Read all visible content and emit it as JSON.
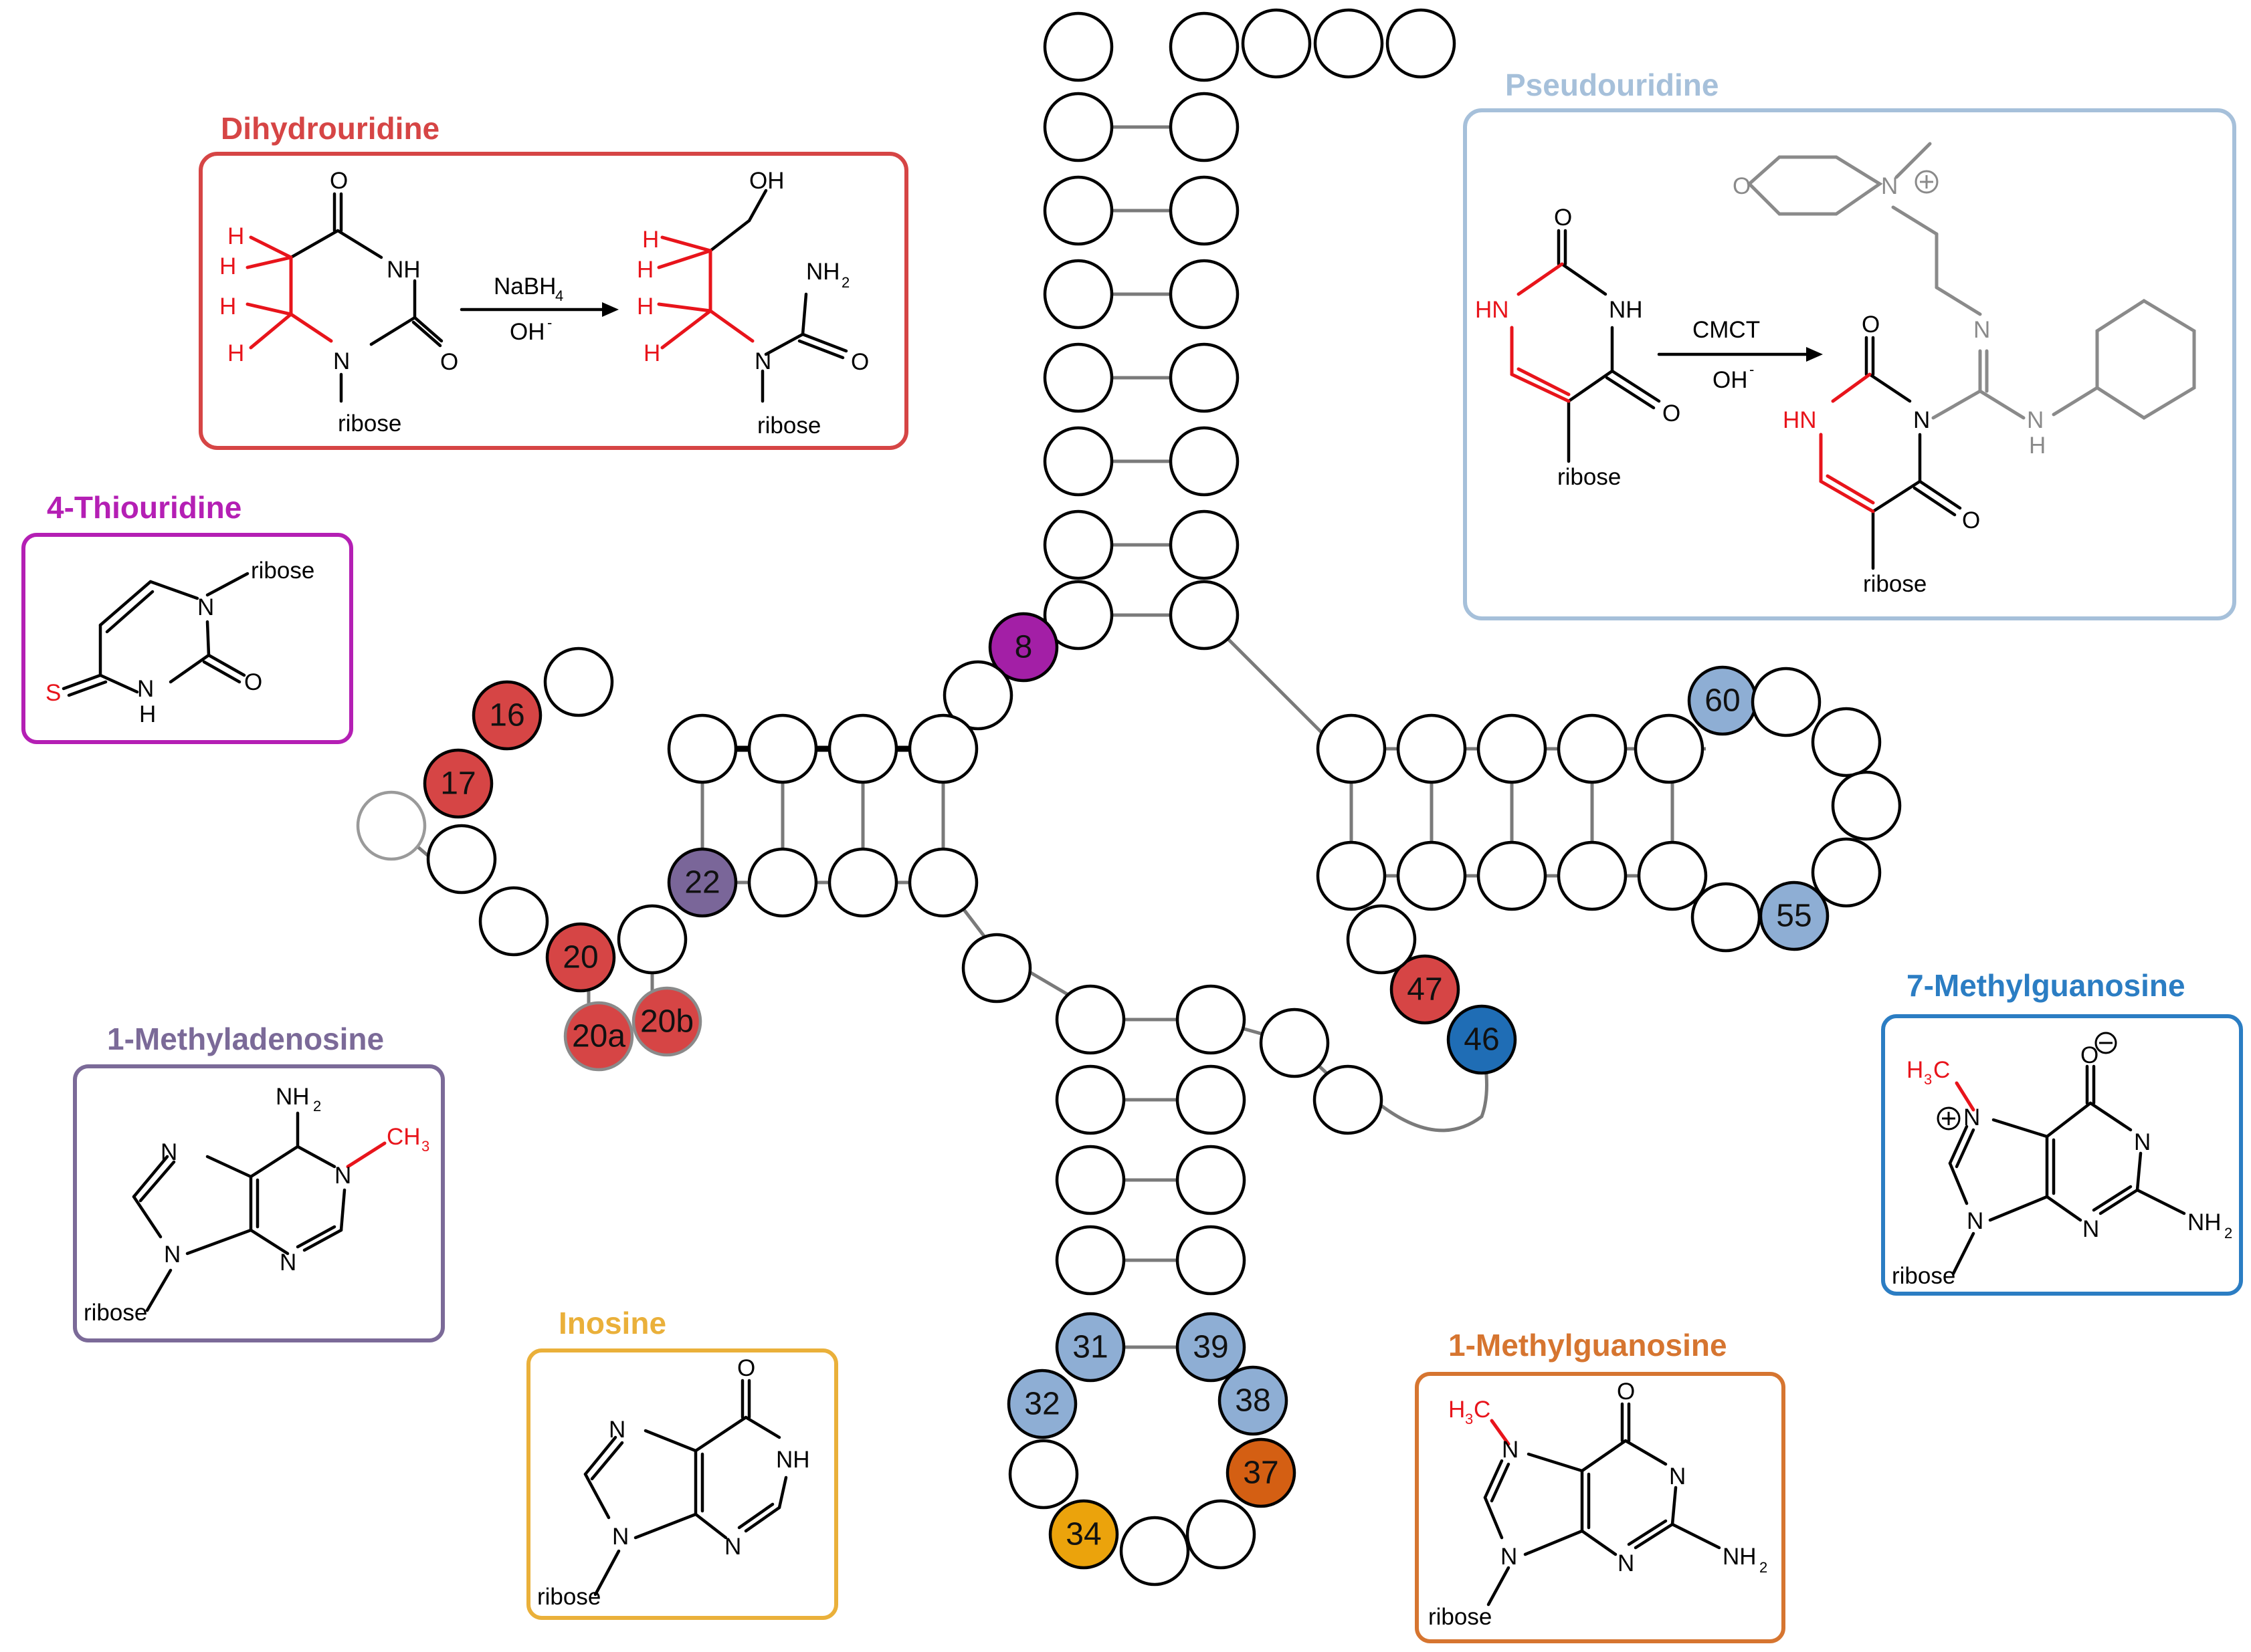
{
  "colors": {
    "red": "#d64545",
    "magenta": "#a31fa6",
    "purple": "#7a6699",
    "blue_light": "#8eaed4",
    "blue_dark": "#1f6db5",
    "orange": "#d45f13",
    "yellow": "#eba30c",
    "dihydrouridine_box": "#d64545",
    "thiouridine_box": "#b41fb4",
    "methyladenosine_box": "#7b6a98",
    "inosine_box": "#eab03a",
    "methylguanosine_box": "#d67530",
    "pseudouridine_box": "#a6c0da",
    "m7g_box": "#2b7dc3"
  },
  "nucleotides": {
    "n8": "8",
    "n16": "16",
    "n17": "17",
    "n20": "20",
    "n20a": "20a",
    "n20b": "20b",
    "n22": "22",
    "n31": "31",
    "n32": "32",
    "n34": "34",
    "n37": "37",
    "n38": "38",
    "n39": "39",
    "n46": "46",
    "n47": "47",
    "n55": "55",
    "n60": "60"
  },
  "boxes": {
    "dihydrouridine": {
      "title": "Dihydrouridine",
      "reagent": "NaBH",
      "reagent_sub": "4",
      "condition": "OH",
      "condition_sup": "-",
      "labels": {
        "o": "O",
        "nh": "NH",
        "n": "N",
        "h": "H",
        "oh": "OH",
        "nh2": "NH",
        "nh2_sub": "2",
        "ribose": "ribose"
      }
    },
    "thiouridine": {
      "title": "4-Thiouridine",
      "labels": {
        "ribose": "ribose",
        "n": "N",
        "o": "O",
        "s": "S",
        "nh": "N",
        "h": "H"
      }
    },
    "methyladenosine": {
      "title": "1-Methyladenosine",
      "labels": {
        "nh2": "NH",
        "nh2_sub": "2",
        "ch3": "CH",
        "ch3_sub": "3",
        "n": "N",
        "ribose": "ribose"
      }
    },
    "inosine": {
      "title": "Inosine",
      "labels": {
        "o": "O",
        "n": "N",
        "nh": "NH",
        "ribose": "ribose"
      }
    },
    "methylguanosine": {
      "title": "1-Methylguanosine",
      "labels": {
        "h3c": "H",
        "h3c_sub": "3",
        "h3c_c": "C",
        "o": "O",
        "n": "N",
        "nh2": "NH",
        "nh2_sub": "2",
        "ribose": "ribose"
      }
    },
    "pseudouridine": {
      "title": "Pseudouridine",
      "reagent": "CMCT",
      "condition": "OH",
      "condition_sup": "-",
      "labels": {
        "o": "O",
        "hn": "HN",
        "nh": "NH",
        "n": "N",
        "nplus": "N",
        "h": "H",
        "ribose": "ribose"
      }
    },
    "m7g": {
      "title": "7-Methylguanosine",
      "labels": {
        "h3c": "H",
        "h3c_sub": "3",
        "h3c_c": "C",
        "o": "O",
        "n": "N",
        "nplus": "N",
        "nh2": "NH",
        "nh2_sub": "2",
        "ribose": "ribose"
      }
    }
  }
}
